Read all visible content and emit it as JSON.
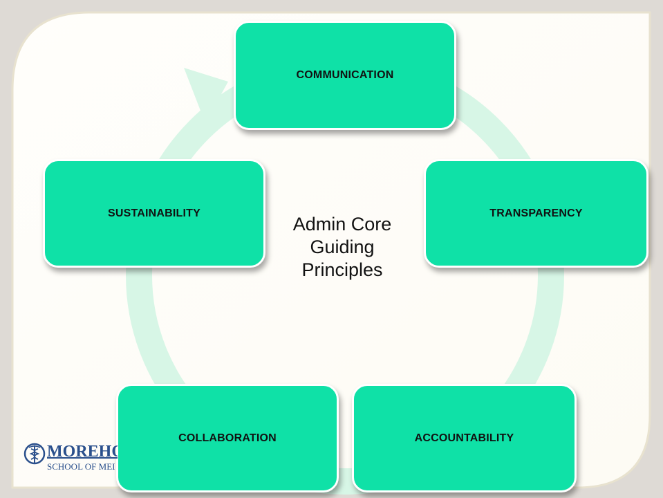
{
  "diagram": {
    "center_title_lines": [
      "Admin Core",
      "Guiding",
      "Principles"
    ],
    "nodes": [
      {
        "label": "COMMUNICATION"
      },
      {
        "label": "TRANSPARENCY"
      },
      {
        "label": "ACCOUNTABILITY"
      },
      {
        "label": "COLLABORATION"
      },
      {
        "label": "SUSTAINABILITY"
      }
    ],
    "colors": {
      "node_fill": "#0fe1a7",
      "cycle_arrow": "#d7f6e6",
      "slide_frame": "#dedad5",
      "slide_panel": "#fffdf8",
      "logo": "#2a4f8c"
    }
  },
  "logo": {
    "wordmark": "MOREHO",
    "subline": "SCHOOL OF MEI",
    "emblem_icon": "caduceus-seal-icon"
  }
}
